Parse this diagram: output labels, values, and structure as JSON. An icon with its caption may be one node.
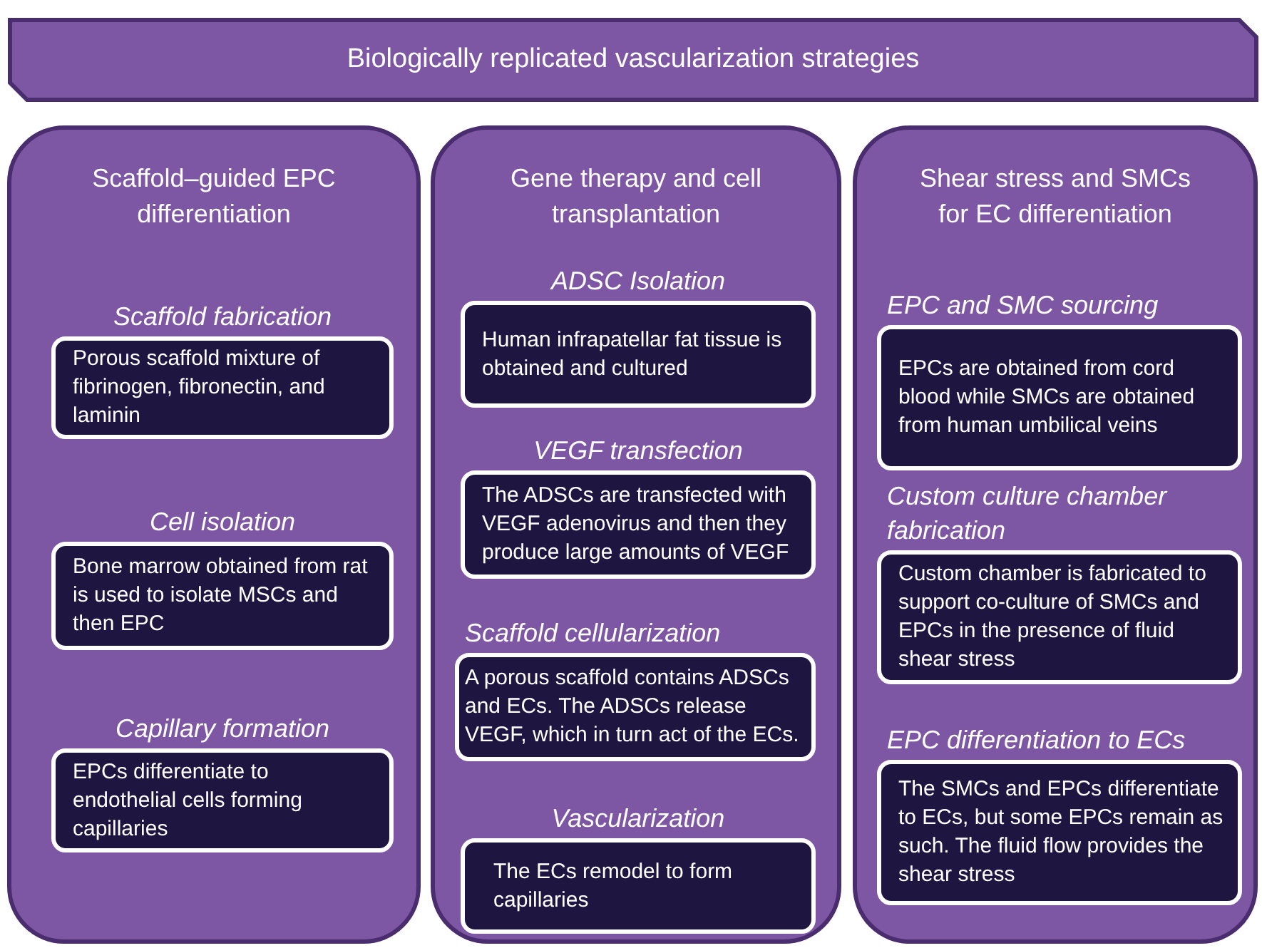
{
  "diagram": {
    "nodes": [
      {
        "text": [
          "Biologically replicated vascularization strategies"
        ]
      },
      {
        "text": [
          "Scaffold–guided EPC differentiation"
        ]
      },
      {
        "text": [
          "Scaffold fabrication",
          "Porous scaffold mixture of fibrinogen, fibronectin, and laminin"
        ],
        "in": 1
      },
      {
        "text": [
          "Cell isolation",
          "Bone marrow obtained from rat is used to isolate MSCs and then EPC"
        ],
        "in": 1
      },
      {
        "text": [
          "Capillary formation",
          "EPCs differentiate to endothelial cells forming capillaries"
        ],
        "in": 1
      },
      {
        "text": [
          "Gene therapy and cell transplantation"
        ]
      },
      {
        "text": [
          "ADSC Isolation",
          "Human infrapatellar fat tissue is obtained and cultured"
        ],
        "in": 5
      },
      {
        "text": [
          "VEGF transfection",
          "The ADSCs are transfected with VEGF adenovirus and then they produce large amounts of VEGF"
        ],
        "in": 5
      },
      {
        "text": [
          "Scaffold cellularization",
          "A porous scaffold contains ADSCs and ECs. The ADSCs release VEGF, which in turn act of the ECs."
        ],
        "in": 5
      },
      {
        "text": [
          "Vascularization",
          "The ECs remodel to form capillaries"
        ],
        "in": 5
      },
      {
        "text": [
          "Shear stress and SMCs for EC differentiation"
        ]
      },
      {
        "text": [
          "EPC and SMC sourcing",
          "EPCs are obtained from cord blood while SMCs are obtained from human umbilical veins"
        ],
        "in": 10
      },
      {
        "text": [
          "Custom culture chamber fabrication",
          "Custom chamber is fabricated to support co-culture of SMCs and EPCs in the presence of fluid shear stress"
        ],
        "in": 10
      },
      {
        "text": [
          "EPC differentiation to ECs",
          "The SMCs and EPCs differentiate to ECs, but some EPCs remain as such. The fluid flow provides the shear stress"
        ],
        "in": 10
      }
    ]
  }
}
